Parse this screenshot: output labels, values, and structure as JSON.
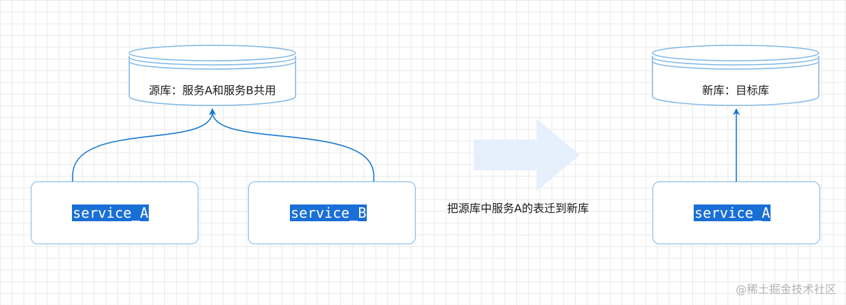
{
  "diagram": {
    "source_db": {
      "label": "源库：服务A和服务B共用"
    },
    "target_db": {
      "label": "新库：目标库"
    },
    "services_left": [
      {
        "label": "service_A"
      },
      {
        "label": "service_B"
      }
    ],
    "service_right": {
      "label": "service_A"
    },
    "migration": {
      "label": "把源库中服务A的表迁到新库"
    },
    "watermark": "@稀土掘金技术社区"
  },
  "colors": {
    "edge": "#1677d2",
    "border": "#7fb6e6",
    "highlight": "#1a6fd6",
    "big_arrow": "#e6f0fc"
  }
}
